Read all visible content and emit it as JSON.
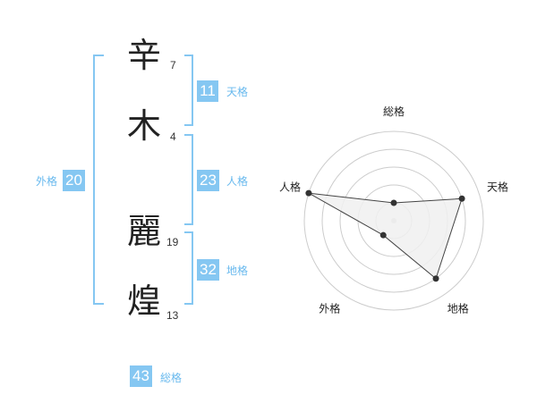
{
  "name": {
    "chars": [
      {
        "char": "辛",
        "strokes": "7"
      },
      {
        "char": "木",
        "strokes": "4"
      },
      {
        "char": "麗",
        "strokes": "19"
      },
      {
        "char": "煌",
        "strokes": "13"
      }
    ]
  },
  "kaku": {
    "tenkaku": {
      "value": "11",
      "label": "天格"
    },
    "jinkaku": {
      "value": "23",
      "label": "人格"
    },
    "chikaku": {
      "value": "32",
      "label": "地格"
    },
    "gaikaku": {
      "value": "20",
      "label": "外格"
    },
    "soukaku": {
      "value": "43",
      "label": "総格"
    }
  },
  "chart_data": {
    "type": "radar",
    "axes": [
      "総格",
      "天格",
      "地格",
      "外格",
      "人格"
    ],
    "values": [
      1,
      4,
      4,
      1,
      5
    ],
    "max": 5,
    "rings": 5,
    "colors": {
      "fill": "#f0f0f0",
      "line": "#444444",
      "grid": "#cccccc",
      "point": "#333333"
    }
  }
}
